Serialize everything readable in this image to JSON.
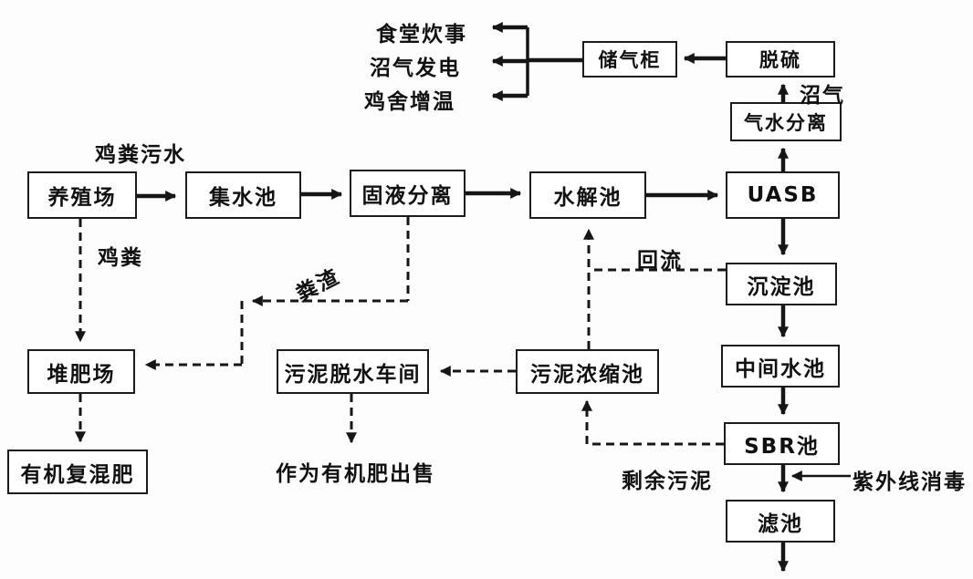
{
  "nodes": {
    "farm": "养殖场",
    "collection_pool": "集水池",
    "solid_liquid_separation": "固液分离",
    "hydrolysis_pool": "水解池",
    "uasb": "UASB",
    "gas_water_separation": "气水分离",
    "desulfurization": "脱硫",
    "gas_storage_tank": "储气柜",
    "sedimentation_pool": "沉淀池",
    "intermediate_pool": "中间水池",
    "sbr_pool": "SBR池",
    "filter_pool": "滤池",
    "composting_site": "堆肥场",
    "organic_compound_fertilizer": "有机复混肥",
    "sludge_dewatering_workshop": "污泥脱水车间",
    "sludge_thickening_pool": "污泥浓缩池"
  },
  "labels": {
    "canteen_cooking": "食堂炊事",
    "biogas_power": "沼气发电",
    "coop_heating": "鸡舍增温",
    "manure_wastewater": "鸡粪污水",
    "manure": "鸡粪",
    "manure_residue": "粪渣",
    "reflux": "回流",
    "biogas": "沼气",
    "excess_sludge": "剩余污泥",
    "uv_disinfection": "紫外线消毒",
    "sold_as_organic_fertilizer": "作为有机肥出售"
  },
  "colors": {
    "line": "#161616",
    "box_border": "#1c1c1c",
    "background": "#fdfdfd"
  }
}
